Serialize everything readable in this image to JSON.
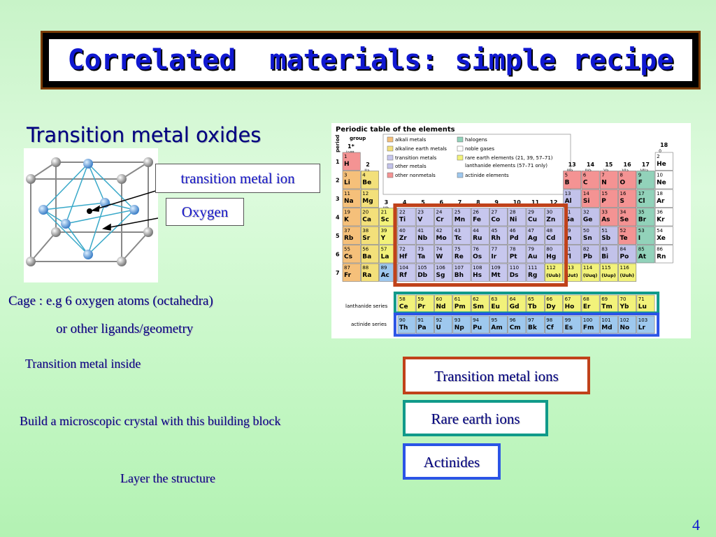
{
  "slide": {
    "title": "Correlated  materials: simple recipe",
    "subtitle": "Transition metal oxides",
    "page_number": "4"
  },
  "crystal_labels": {
    "transition_metal_ion": "transition metal ion",
    "oxygen": "Oxygen"
  },
  "texts": {
    "cage": "Cage : e.g   6 oxygen atoms (octahedra)",
    "ligands": "or other ligands/geometry",
    "inside": "Transition metal inside",
    "build": "Build a microscopic crystal with this building block",
    "layer": "Layer  the structure"
  },
  "legend": {
    "transition": "Transition metal ions",
    "rare_earth": "Rare earth ions",
    "actinides": "Actinides"
  },
  "periodic_table": {
    "title": "Periodic table of the elements",
    "group_label": "group",
    "period_label": "period",
    "lanthanide_series_label": "lanthanide series",
    "actinide_series_label": "actinide series",
    "categories": [
      {
        "label": "alkali metals",
        "color": "#f5c07a"
      },
      {
        "label": "alkaline earth metals",
        "color": "#f3e07a"
      },
      {
        "label": "transition metals",
        "color": "#c7c7ee"
      },
      {
        "label": "other metals",
        "color": "#c2c2ea"
      },
      {
        "label": "other nonmetals",
        "color": "#f49393"
      },
      {
        "label": "halogens",
        "color": "#92d2ba"
      },
      {
        "label": "noble gases",
        "color": "#ffffff"
      },
      {
        "label": "rare earth elements (21, 39, 57–71)",
        "color": "#f2f27a"
      },
      {
        "label": "lanthanide elements (57–71 only)",
        "color": ""
      },
      {
        "label": "actinide elements",
        "color": "#9ec8ee"
      }
    ],
    "group_headers": [
      {
        "num": "1*",
        "sub": "Ia**"
      },
      {
        "num": "2",
        "sub": "IIa"
      },
      {
        "num": "3",
        "sub": "IIIb"
      },
      {
        "num": "4",
        "sub": ""
      },
      {
        "num": "5",
        "sub": ""
      },
      {
        "num": "6",
        "sub": ""
      },
      {
        "num": "7",
        "sub": ""
      },
      {
        "num": "8",
        "sub": ""
      },
      {
        "num": "9",
        "sub": ""
      },
      {
        "num": "10",
        "sub": ""
      },
      {
        "num": "11",
        "sub": ""
      },
      {
        "num": "12",
        "sub": ""
      },
      {
        "num": "13",
        "sub": "IIIa"
      },
      {
        "num": "14",
        "sub": "IVa"
      },
      {
        "num": "15",
        "sub": "Va"
      },
      {
        "num": "16",
        "sub": "VIa"
      },
      {
        "num": "17",
        "sub": "VIIa"
      },
      {
        "num": "18",
        "sub": "0"
      }
    ],
    "periods": [
      "1",
      "2",
      "3",
      "4",
      "5",
      "6",
      "7"
    ],
    "elements": [
      {
        "n": "1",
        "s": "H",
        "g": 1,
        "p": 1,
        "c": "nm"
      },
      {
        "n": "2",
        "s": "He",
        "g": 18,
        "p": 1,
        "c": "ng"
      },
      {
        "n": "3",
        "s": "Li",
        "g": 1,
        "p": 2,
        "c": "al"
      },
      {
        "n": "4",
        "s": "Be",
        "g": 2,
        "p": 2,
        "c": "ae"
      },
      {
        "n": "5",
        "s": "B",
        "g": 13,
        "p": 2,
        "c": "nm"
      },
      {
        "n": "6",
        "s": "C",
        "g": 14,
        "p": 2,
        "c": "nm"
      },
      {
        "n": "7",
        "s": "N",
        "g": 15,
        "p": 2,
        "c": "nm"
      },
      {
        "n": "8",
        "s": "O",
        "g": 16,
        "p": 2,
        "c": "nm"
      },
      {
        "n": "9",
        "s": "F",
        "g": 17,
        "p": 2,
        "c": "ha"
      },
      {
        "n": "10",
        "s": "Ne",
        "g": 18,
        "p": 2,
        "c": "ng"
      },
      {
        "n": "11",
        "s": "Na",
        "g": 1,
        "p": 3,
        "c": "al"
      },
      {
        "n": "12",
        "s": "Mg",
        "g": 2,
        "p": 3,
        "c": "ae"
      },
      {
        "n": "13",
        "s": "Al",
        "g": 13,
        "p": 3,
        "c": "om"
      },
      {
        "n": "14",
        "s": "Si",
        "g": 14,
        "p": 3,
        "c": "nm"
      },
      {
        "n": "15",
        "s": "P",
        "g": 15,
        "p": 3,
        "c": "nm"
      },
      {
        "n": "16",
        "s": "S",
        "g": 16,
        "p": 3,
        "c": "nm"
      },
      {
        "n": "17",
        "s": "Cl",
        "g": 17,
        "p": 3,
        "c": "ha"
      },
      {
        "n": "18",
        "s": "Ar",
        "g": 18,
        "p": 3,
        "c": "ng"
      },
      {
        "n": "19",
        "s": "K",
        "g": 1,
        "p": 4,
        "c": "al"
      },
      {
        "n": "20",
        "s": "Ca",
        "g": 2,
        "p": 4,
        "c": "ae"
      },
      {
        "n": "21",
        "s": "Sc",
        "g": 3,
        "p": 4,
        "c": "re"
      },
      {
        "n": "22",
        "s": "Ti",
        "g": 4,
        "p": 4,
        "c": "tm"
      },
      {
        "n": "23",
        "s": "V",
        "g": 5,
        "p": 4,
        "c": "tm"
      },
      {
        "n": "24",
        "s": "Cr",
        "g": 6,
        "p": 4,
        "c": "tm"
      },
      {
        "n": "25",
        "s": "Mn",
        "g": 7,
        "p": 4,
        "c": "tm"
      },
      {
        "n": "26",
        "s": "Fe",
        "g": 8,
        "p": 4,
        "c": "tm"
      },
      {
        "n": "27",
        "s": "Co",
        "g": 9,
        "p": 4,
        "c": "tm"
      },
      {
        "n": "28",
        "s": "Ni",
        "g": 10,
        "p": 4,
        "c": "tm"
      },
      {
        "n": "29",
        "s": "Cu",
        "g": 11,
        "p": 4,
        "c": "tm"
      },
      {
        "n": "30",
        "s": "Zn",
        "g": 12,
        "p": 4,
        "c": "tm"
      },
      {
        "n": "31",
        "s": "Ga",
        "g": 13,
        "p": 4,
        "c": "om"
      },
      {
        "n": "32",
        "s": "Ge",
        "g": 14,
        "p": 4,
        "c": "om"
      },
      {
        "n": "33",
        "s": "As",
        "g": 15,
        "p": 4,
        "c": "nm"
      },
      {
        "n": "34",
        "s": "Se",
        "g": 16,
        "p": 4,
        "c": "nm"
      },
      {
        "n": "35",
        "s": "Br",
        "g": 17,
        "p": 4,
        "c": "ha"
      },
      {
        "n": "36",
        "s": "Kr",
        "g": 18,
        "p": 4,
        "c": "ng"
      },
      {
        "n": "37",
        "s": "Rb",
        "g": 1,
        "p": 5,
        "c": "al"
      },
      {
        "n": "38",
        "s": "Sr",
        "g": 2,
        "p": 5,
        "c": "ae"
      },
      {
        "n": "39",
        "s": "Y",
        "g": 3,
        "p": 5,
        "c": "re"
      },
      {
        "n": "40",
        "s": "Zr",
        "g": 4,
        "p": 5,
        "c": "tm"
      },
      {
        "n": "41",
        "s": "Nb",
        "g": 5,
        "p": 5,
        "c": "tm"
      },
      {
        "n": "42",
        "s": "Mo",
        "g": 6,
        "p": 5,
        "c": "tm"
      },
      {
        "n": "43",
        "s": "Tc",
        "g": 7,
        "p": 5,
        "c": "tm"
      },
      {
        "n": "44",
        "s": "Ru",
        "g": 8,
        "p": 5,
        "c": "tm"
      },
      {
        "n": "45",
        "s": "Rh",
        "g": 9,
        "p": 5,
        "c": "tm"
      },
      {
        "n": "46",
        "s": "Pd",
        "g": 10,
        "p": 5,
        "c": "tm"
      },
      {
        "n": "47",
        "s": "Ag",
        "g": 11,
        "p": 5,
        "c": "tm"
      },
      {
        "n": "48",
        "s": "Cd",
        "g": 12,
        "p": 5,
        "c": "tm"
      },
      {
        "n": "49",
        "s": "In",
        "g": 13,
        "p": 5,
        "c": "om"
      },
      {
        "n": "50",
        "s": "Sn",
        "g": 14,
        "p": 5,
        "c": "om"
      },
      {
        "n": "51",
        "s": "Sb",
        "g": 15,
        "p": 5,
        "c": "om"
      },
      {
        "n": "52",
        "s": "Te",
        "g": 16,
        "p": 5,
        "c": "nm"
      },
      {
        "n": "53",
        "s": "I",
        "g": 17,
        "p": 5,
        "c": "ha"
      },
      {
        "n": "54",
        "s": "Xe",
        "g": 18,
        "p": 5,
        "c": "ng"
      },
      {
        "n": "55",
        "s": "Cs",
        "g": 1,
        "p": 6,
        "c": "al"
      },
      {
        "n": "56",
        "s": "Ba",
        "g": 2,
        "p": 6,
        "c": "ae"
      },
      {
        "n": "57",
        "s": "La",
        "g": 3,
        "p": 6,
        "c": "re"
      },
      {
        "n": "72",
        "s": "Hf",
        "g": 4,
        "p": 6,
        "c": "tm"
      },
      {
        "n": "73",
        "s": "Ta",
        "g": 5,
        "p": 6,
        "c": "tm"
      },
      {
        "n": "74",
        "s": "W",
        "g": 6,
        "p": 6,
        "c": "tm"
      },
      {
        "n": "75",
        "s": "Re",
        "g": 7,
        "p": 6,
        "c": "tm"
      },
      {
        "n": "76",
        "s": "Os",
        "g": 8,
        "p": 6,
        "c": "tm"
      },
      {
        "n": "77",
        "s": "Ir",
        "g": 9,
        "p": 6,
        "c": "tm"
      },
      {
        "n": "78",
        "s": "Pt",
        "g": 10,
        "p": 6,
        "c": "tm"
      },
      {
        "n": "79",
        "s": "Au",
        "g": 11,
        "p": 6,
        "c": "tm"
      },
      {
        "n": "80",
        "s": "Hg",
        "g": 12,
        "p": 6,
        "c": "tm"
      },
      {
        "n": "81",
        "s": "Tl",
        "g": 13,
        "p": 6,
        "c": "om"
      },
      {
        "n": "82",
        "s": "Pb",
        "g": 14,
        "p": 6,
        "c": "om"
      },
      {
        "n": "83",
        "s": "Bi",
        "g": 15,
        "p": 6,
        "c": "om"
      },
      {
        "n": "84",
        "s": "Po",
        "g": 16,
        "p": 6,
        "c": "om"
      },
      {
        "n": "85",
        "s": "At",
        "g": 17,
        "p": 6,
        "c": "ha"
      },
      {
        "n": "86",
        "s": "Rn",
        "g": 18,
        "p": 6,
        "c": "ng"
      },
      {
        "n": "87",
        "s": "Fr",
        "g": 1,
        "p": 7,
        "c": "al"
      },
      {
        "n": "88",
        "s": "Ra",
        "g": 2,
        "p": 7,
        "c": "ae"
      },
      {
        "n": "89",
        "s": "Ac",
        "g": 3,
        "p": 7,
        "c": "ac"
      },
      {
        "n": "104",
        "s": "Rf",
        "g": 4,
        "p": 7,
        "c": "tm"
      },
      {
        "n": "105",
        "s": "Db",
        "g": 5,
        "p": 7,
        "c": "tm"
      },
      {
        "n": "106",
        "s": "Sg",
        "g": 6,
        "p": 7,
        "c": "tm"
      },
      {
        "n": "107",
        "s": "Bh",
        "g": 7,
        "p": 7,
        "c": "tm"
      },
      {
        "n": "108",
        "s": "Hs",
        "g": 8,
        "p": 7,
        "c": "tm"
      },
      {
        "n": "109",
        "s": "Mt",
        "g": 9,
        "p": 7,
        "c": "tm"
      },
      {
        "n": "110",
        "s": "Ds",
        "g": 10,
        "p": 7,
        "c": "tm"
      },
      {
        "n": "111",
        "s": "Rg",
        "g": 11,
        "p": 7,
        "c": "tm"
      },
      {
        "n": "112",
        "s": "(Uub)",
        "g": 12,
        "p": 7,
        "c": "un"
      },
      {
        "n": "113",
        "s": "(Uut)",
        "g": 13,
        "p": 7,
        "c": "un"
      },
      {
        "n": "114",
        "s": "(Uuq)",
        "g": 14,
        "p": 7,
        "c": "un"
      },
      {
        "n": "115",
        "s": "(Uup)",
        "g": 15,
        "p": 7,
        "c": "un"
      },
      {
        "n": "116",
        "s": "(Uuh)",
        "g": 16,
        "p": 7,
        "c": "un"
      }
    ],
    "lanthanides": [
      {
        "n": "58",
        "s": "Ce"
      },
      {
        "n": "59",
        "s": "Pr"
      },
      {
        "n": "60",
        "s": "Nd"
      },
      {
        "n": "61",
        "s": "Pm"
      },
      {
        "n": "62",
        "s": "Sm"
      },
      {
        "n": "63",
        "s": "Eu"
      },
      {
        "n": "64",
        "s": "Gd"
      },
      {
        "n": "65",
        "s": "Tb"
      },
      {
        "n": "66",
        "s": "Dy"
      },
      {
        "n": "67",
        "s": "Ho"
      },
      {
        "n": "68",
        "s": "Er"
      },
      {
        "n": "69",
        "s": "Tm"
      },
      {
        "n": "70",
        "s": "Yb"
      },
      {
        "n": "71",
        "s": "Lu"
      }
    ],
    "actinides": [
      {
        "n": "90",
        "s": "Th"
      },
      {
        "n": "91",
        "s": "Pa"
      },
      {
        "n": "92",
        "s": "U"
      },
      {
        "n": "93",
        "s": "Np"
      },
      {
        "n": "94",
        "s": "Pu"
      },
      {
        "n": "95",
        "s": "Am"
      },
      {
        "n": "96",
        "s": "Cm"
      },
      {
        "n": "97",
        "s": "Bk"
      },
      {
        "n": "98",
        "s": "Cf"
      },
      {
        "n": "99",
        "s": "Es"
      },
      {
        "n": "100",
        "s": "Fm"
      },
      {
        "n": "101",
        "s": "Md"
      },
      {
        "n": "102",
        "s": "No"
      },
      {
        "n": "103",
        "s": "Lr"
      }
    ],
    "colors": {
      "al": "#f5c07a",
      "ae": "#f3e07a",
      "tm": "#c7c7ee",
      "om": "#c2c2ea",
      "nm": "#f49393",
      "ha": "#92d2ba",
      "ng": "#ffffff",
      "re": "#f2f27a",
      "ac": "#9ec8ee",
      "un": "#f2f27a",
      "transition_box": "#c0421a",
      "rare_earth_box": "#109a8a",
      "actinide_box": "#2b54e6"
    }
  }
}
